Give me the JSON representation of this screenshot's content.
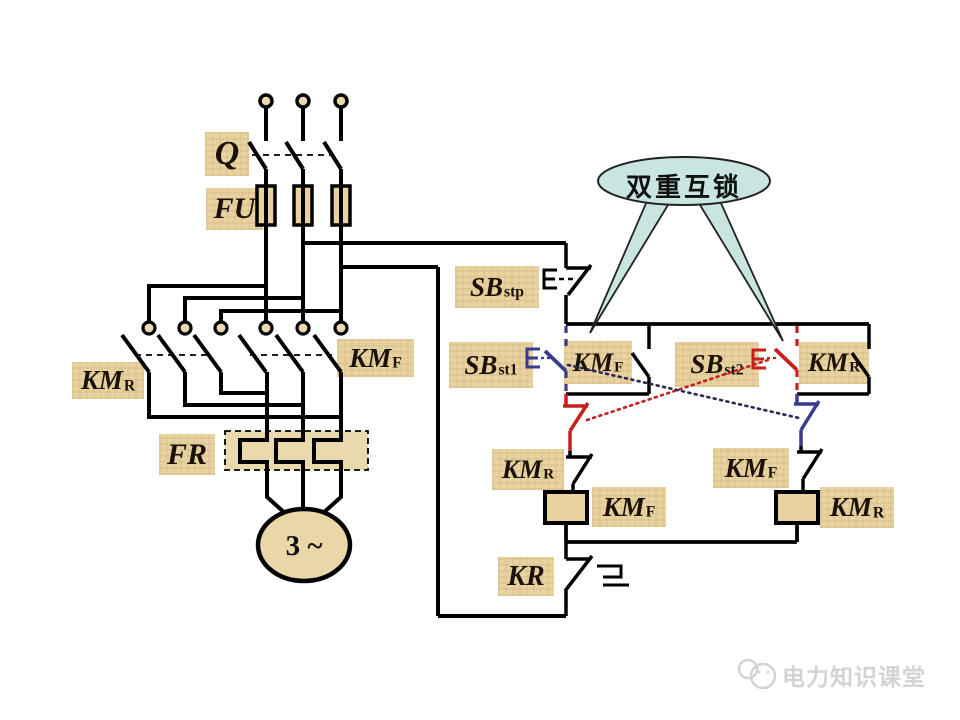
{
  "callout": {
    "text": "双重互锁"
  },
  "motor": {
    "text": "3 ~"
  },
  "watermark": {
    "text": "电力知识课堂"
  },
  "components": {
    "q": {
      "text": "Q",
      "sub": ""
    },
    "fu": {
      "text": "FU",
      "sub": ""
    },
    "km_r_main": {
      "text": "KM",
      "sub": "R"
    },
    "km_f_main": {
      "text": "KM",
      "sub": "F"
    },
    "fr": {
      "text": "FR",
      "sub": ""
    },
    "sb_stp": {
      "text": "SB",
      "sub": "stp"
    },
    "sb_st1": {
      "text": "SB",
      "sub": "st1"
    },
    "km_f_latch": {
      "text": "KM",
      "sub": "F"
    },
    "sb_st2": {
      "text": "SB",
      "sub": "st2"
    },
    "km_r_latch": {
      "text": "KM",
      "sub": "R"
    },
    "km_r_interlock": {
      "text": "KM",
      "sub": "R"
    },
    "km_f_coil": {
      "text": "KM",
      "sub": "F"
    },
    "km_f_interlock": {
      "text": "KM",
      "sub": "F"
    },
    "km_r_coil": {
      "text": "KM",
      "sub": "R"
    },
    "kr": {
      "text": "KR",
      "sub": ""
    }
  },
  "colors": {
    "wire": "#000000",
    "interlock_red": "#c42020",
    "interlock_blue": "#3a3a8e",
    "label_bg": "#e8d2a0",
    "callout_fill": "#c9e5e1",
    "motor_fill": "#ead7a8",
    "terminal_fill": "#ecd9b0",
    "watermark_gray": "#d3d3d3"
  }
}
